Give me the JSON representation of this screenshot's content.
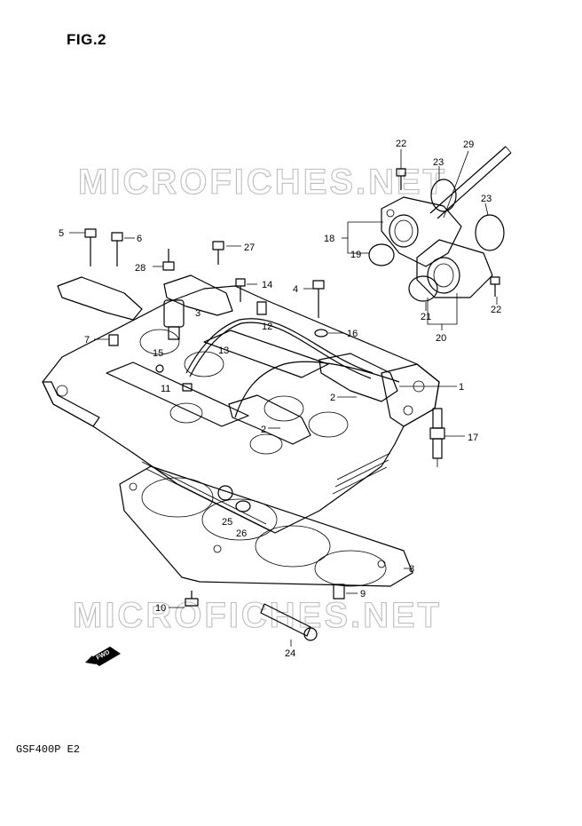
{
  "figure": {
    "title": "FIG.2",
    "model_code": "GSF400P  E2"
  },
  "watermark": {
    "text": "MICROFICHES.NET"
  },
  "fwd_badge": {
    "text": "FWD"
  },
  "callouts": [
    "1",
    "2",
    "2",
    "3",
    "4",
    "5",
    "6",
    "7",
    "8",
    "9",
    "10",
    "11",
    "12",
    "13",
    "14",
    "15",
    "16",
    "17",
    "18",
    "19",
    "20",
    "21",
    "22",
    "22",
    "23",
    "23",
    "24",
    "25",
    "26",
    "27",
    "28",
    "29"
  ]
}
